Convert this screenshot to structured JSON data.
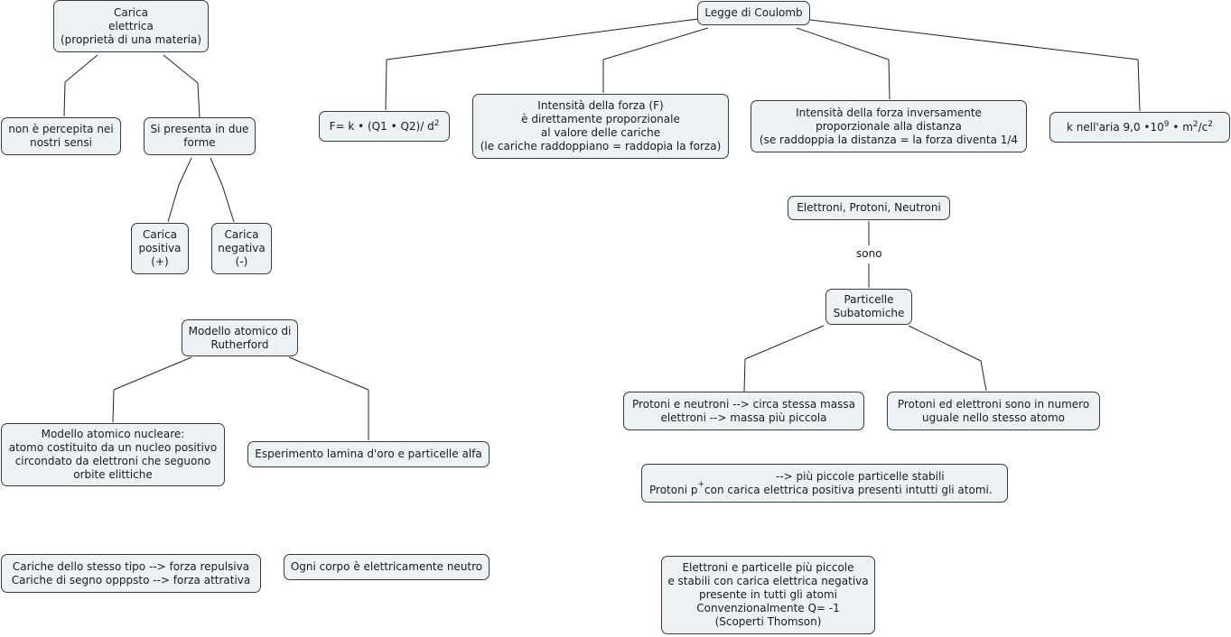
{
  "nodes": {
    "carica": "Carica\nelettrica\n(proprietà di una materia)",
    "non_percepita": "non è percepita nei\nnostri sensi",
    "si_presenta": "Si presenta in due\nforme",
    "carica_positiva": "Carica\npositiva\n(+)",
    "carica_negativa": "Carica\nnegativa\n(-)",
    "coulomb": "Legge di Coulomb",
    "formula_prefix": "F= k • (Q1 • Q2)/ d",
    "formula_exp": "2",
    "intensita_diretta": "Intensità della forza (F)\nè direttamente proporzionale\nal valore delle cariche\n(le cariche raddoppiano = raddopia la forza)",
    "intensita_inversa": "Intensità della forza inversamente\nproporzionale alla distanza\n(se raddoppia la distanza = la forza diventa 1/4",
    "k_text1": "k nell'aria 9,0 •10",
    "k_exp1": "9",
    "k_text2": "•  m",
    "k_exp2": "2",
    "k_text3": "/c",
    "k_exp3": "2",
    "elettroni_protoni": "Elettroni, Protoni, Neutroni",
    "sono": "sono",
    "particelle": "Particelle\nSubatomiche",
    "protoni_neutroni": "Protoni e neutroni --> circa stessa massa\nelettroni --> massa più piccola",
    "protoni_elettroni": "Protoni ed elettroni sono in numero\nuguale nello stesso atomo",
    "protoni_p_line1": "--> più piccole particelle stabili",
    "protoni_p_a": "Protoni  p",
    "protoni_p_sup": "+",
    "protoni_p_b": "con carica elettrica positiva presenti intutti gli atomi.",
    "elettroni_box": "Elettroni e  particelle più piccole\ne stabili con carica elettrica negativa\npresente in tutti gli atomi\nConvenzionalmente Q= -1\n(Scoperti Thomson)",
    "rutherford": "Modello atomico di\nRutherford",
    "modello_nucleare": "Modello atomico nucleare:\natomo costituito da un nucleo positivo\ncircondato da elettroni che seguono\norbite elittiche",
    "esperimento": "Esperimento lamina d'oro e particelle alfa",
    "cariche": "Cariche dello stesso tipo --> forza repulsiva\nCariche di  segno opppsto --> forza attrativa",
    "neutro": "Ogni corpo è elettricamente neutro"
  }
}
